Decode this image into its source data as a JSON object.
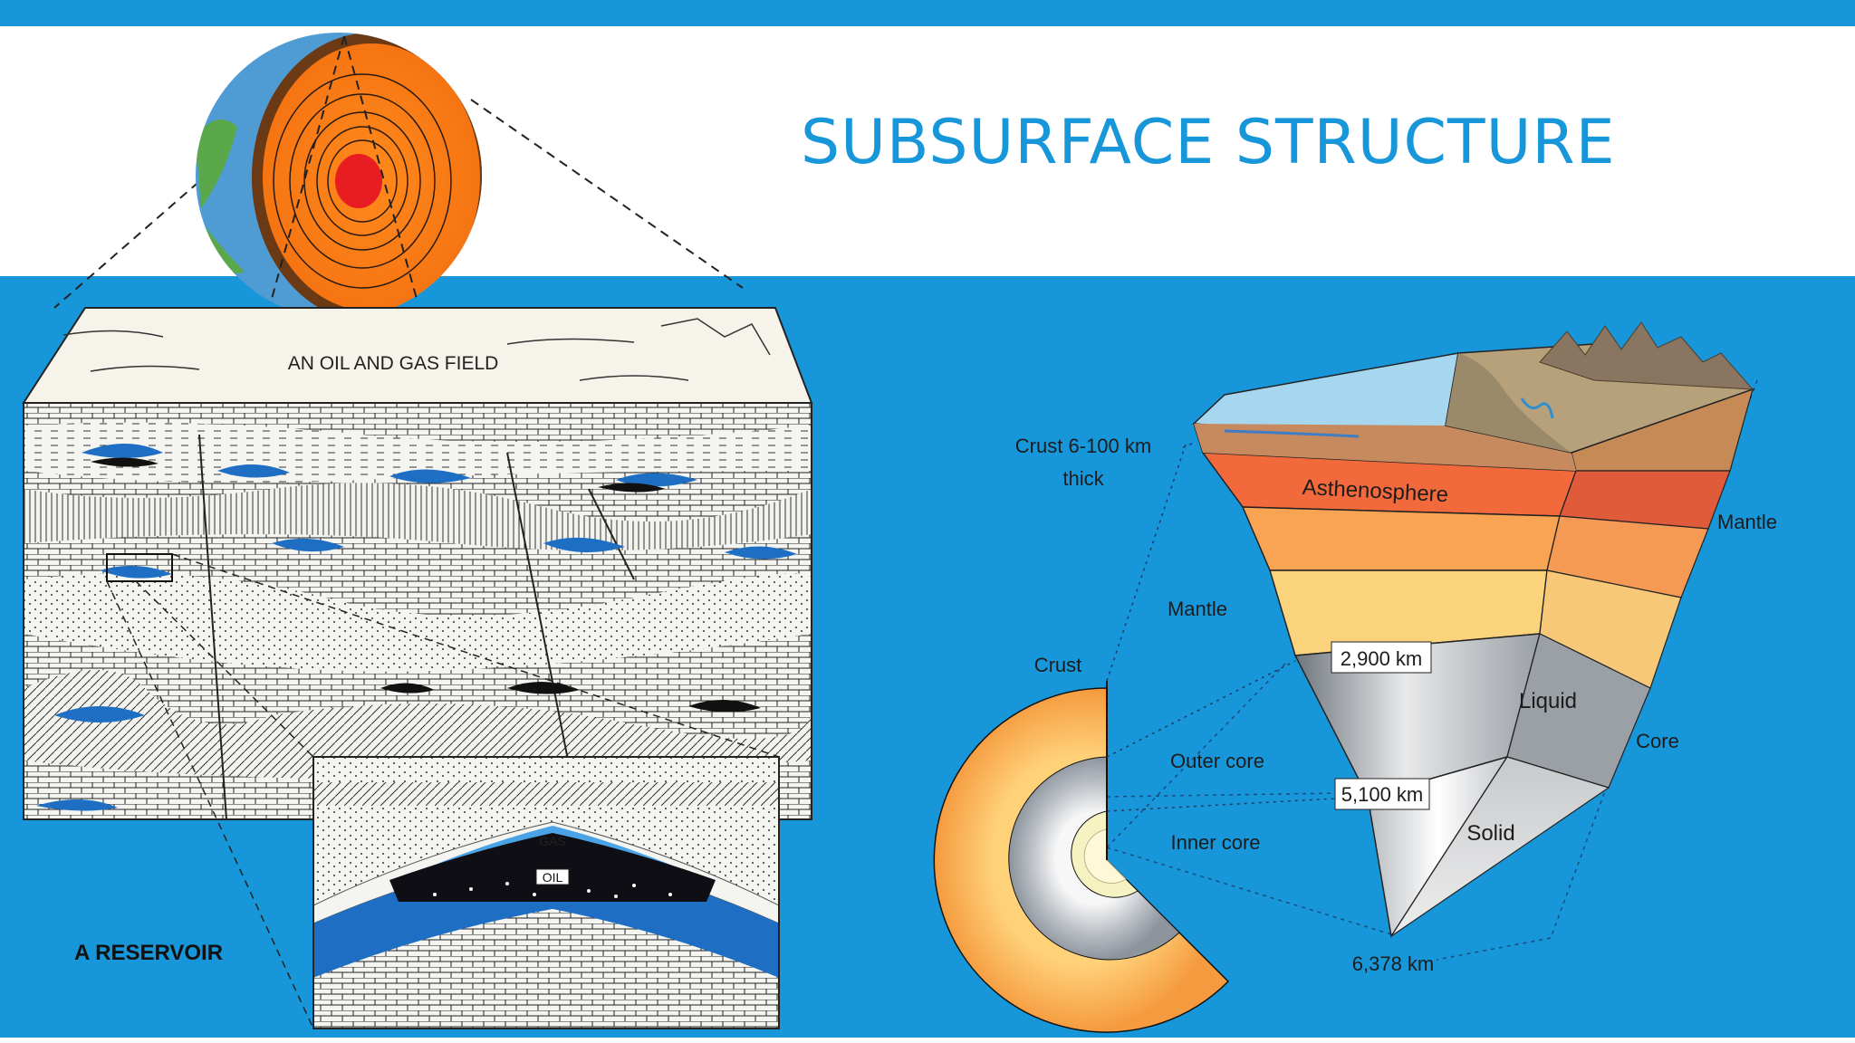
{
  "slide": {
    "title": "SUBSURFACE STRUCTURE",
    "colors": {
      "accent": "#1797d9",
      "background": "#ffffff"
    }
  },
  "oil_field_diagram": {
    "field_label": "AN OIL AND GAS FIELD",
    "reservoir_label": "A RESERVOIR",
    "gas_label": "GAS",
    "oil_label": "OIL"
  },
  "earth_cutaway": {
    "crust_thickness_label_line1": "Crust 6-100 km",
    "crust_thickness_label_line2": "thick",
    "asthenosphere_label": "Asthenosphere",
    "mantle_right_label": "Mantle",
    "mantle_left_label": "Mantle",
    "crust_label": "Crust",
    "depth_outer_core_label": "2,900 km",
    "liquid_label": "Liquid",
    "core_label": "Core",
    "outer_core_label": "Outer core",
    "depth_inner_core_label": "5,100 km",
    "inner_core_label": "Inner core",
    "solid_label": "Solid",
    "depth_center_label": "6,378 km"
  }
}
